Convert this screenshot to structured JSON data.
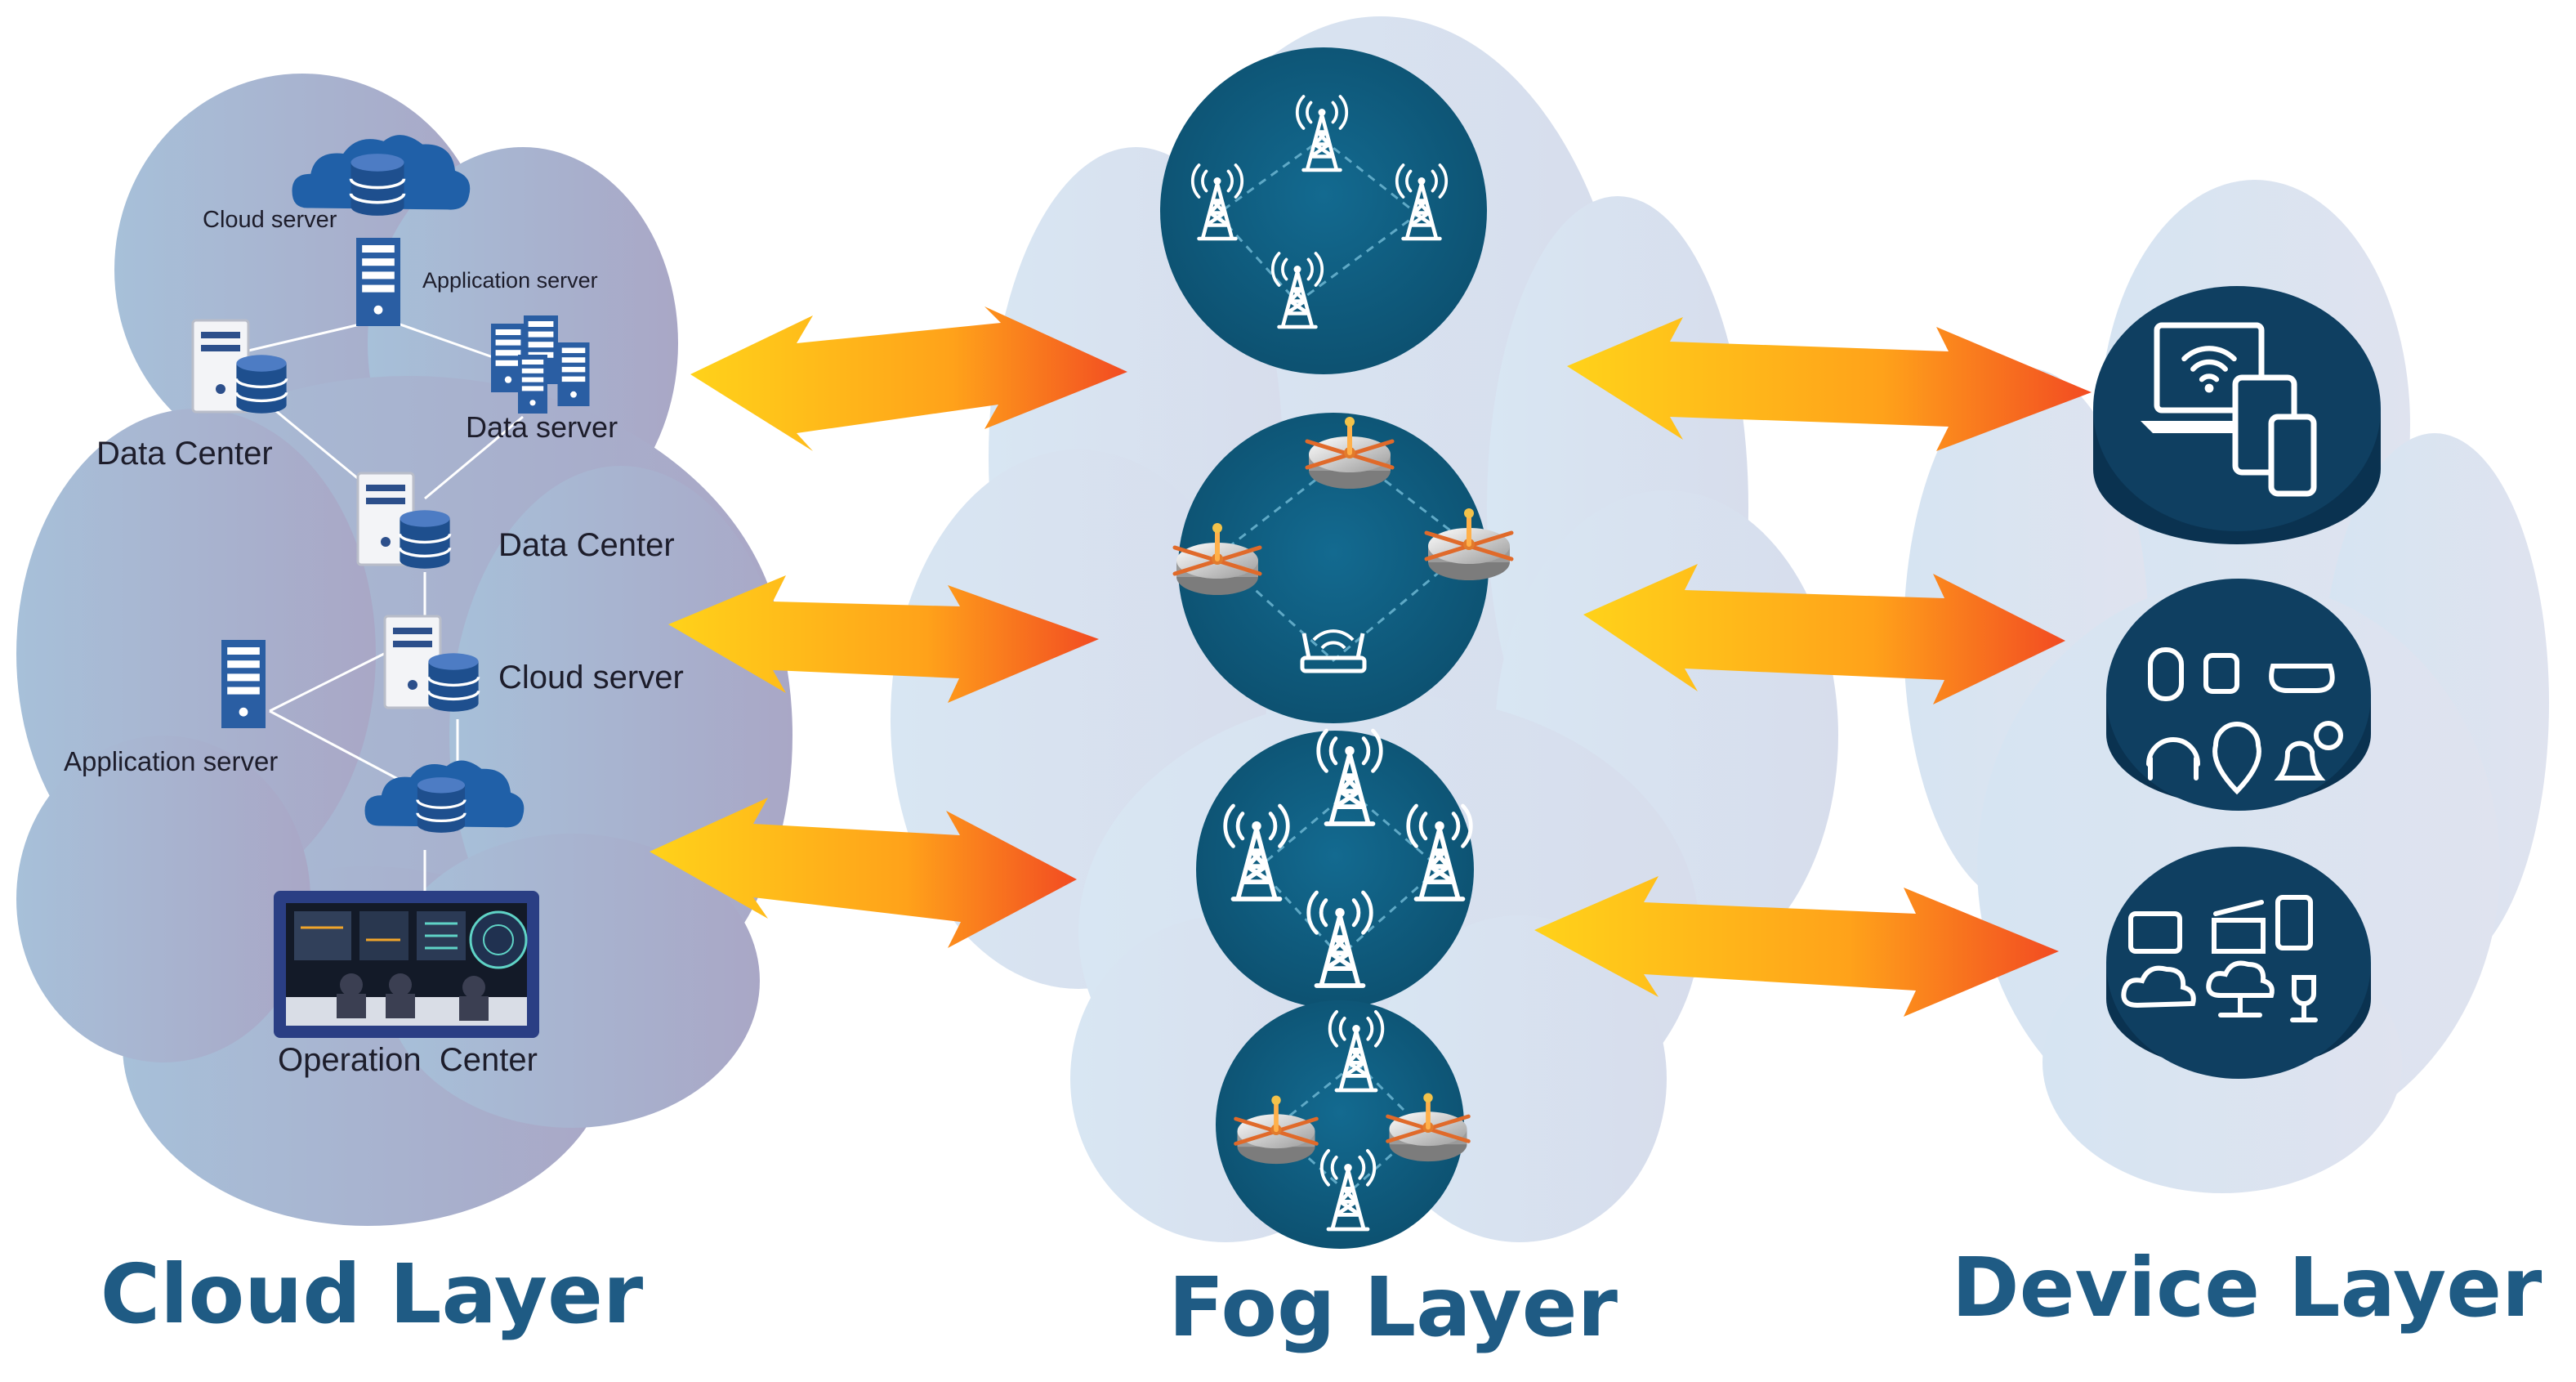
{
  "cloud_layer": {
    "title": "Cloud Layer",
    "labels": {
      "cloud_server_top": "Cloud server",
      "application_server_top": "Application server",
      "data_center_left": "Data Center",
      "data_server": "Data server",
      "data_center_mid": "Data Center",
      "cloud_server_mid": "Cloud server",
      "application_server_left": "Application server",
      "operation_center": "Operation  Center"
    }
  },
  "fog_layer": {
    "title": "Fog Layer"
  },
  "device_layer": {
    "title": "Device Layer"
  },
  "colors": {
    "title_blue": "#1f5b84",
    "node_teal": "#0f5a7c",
    "device_navy": "#0f3f61",
    "arrow_start": "#ffd21a",
    "arrow_end": "#f24b22",
    "cloud_left": "#a6bdd6",
    "cloud_mid": "#d9e3f0",
    "cloud_right": "#dce6f2"
  }
}
